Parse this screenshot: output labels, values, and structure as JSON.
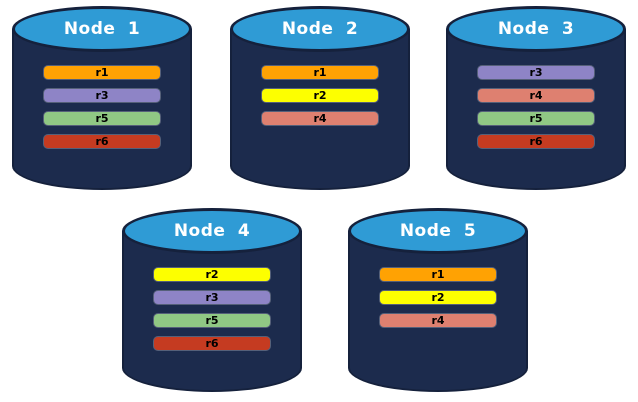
{
  "diagram": {
    "type": "database-replica-placement",
    "background": "#FFFFFF"
  },
  "colors": {
    "cylinder_body": "#1C2B4D",
    "cylinder_top_fill": "#2F9BD5",
    "cylinder_outline": "#15213C",
    "node_title_text": "#FFFFFF",
    "replica_label_text": "#000000"
  },
  "replica_colors": {
    "r1": "#FFA203",
    "r2": "#FDFF00",
    "r3": "#8E84C6",
    "r4": "#DE8070",
    "r5": "#90C884",
    "r6": "#C53B21"
  },
  "nodes": [
    {
      "title": "Node 1",
      "replicas": [
        {
          "label": "r1",
          "color": "#FFA203"
        },
        {
          "label": "r3",
          "color": "#8E84C6"
        },
        {
          "label": "r5",
          "color": "#90C884"
        },
        {
          "label": "r6",
          "color": "#C53B21"
        }
      ]
    },
    {
      "title": "Node 2",
      "replicas": [
        {
          "label": "r1",
          "color": "#FFA203"
        },
        {
          "label": "r2",
          "color": "#FDFF00"
        },
        {
          "label": "r4",
          "color": "#DE8070"
        }
      ]
    },
    {
      "title": "Node 3",
      "replicas": [
        {
          "label": "r3",
          "color": "#8E84C6"
        },
        {
          "label": "r4",
          "color": "#DE8070"
        },
        {
          "label": "r5",
          "color": "#90C884"
        },
        {
          "label": "r6",
          "color": "#C53B21"
        }
      ]
    },
    {
      "title": "Node 4",
      "replicas": [
        {
          "label": "r2",
          "color": "#FDFF00"
        },
        {
          "label": "r3",
          "color": "#8E84C6"
        },
        {
          "label": "r5",
          "color": "#90C884"
        },
        {
          "label": "r6",
          "color": "#C53B21"
        }
      ]
    },
    {
      "title": "Node 5",
      "replicas": [
        {
          "label": "r1",
          "color": "#FFA203"
        },
        {
          "label": "r2",
          "color": "#FDFF00"
        },
        {
          "label": "r4",
          "color": "#DE8070"
        }
      ]
    }
  ]
}
